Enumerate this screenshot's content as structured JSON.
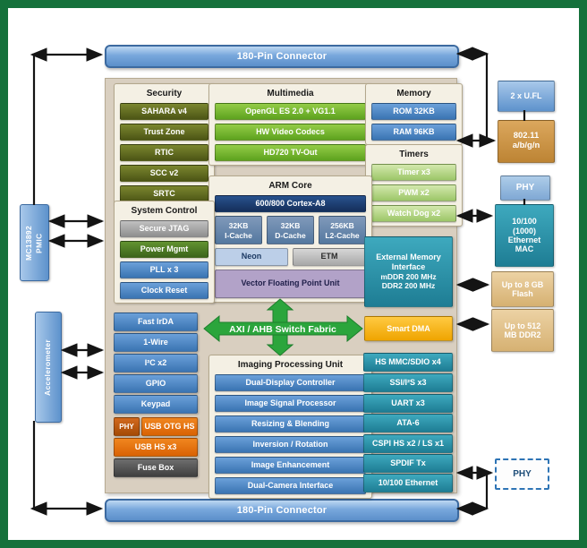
{
  "connector_top": "180-Pin Connector",
  "connector_bottom": "180-Pin Connector",
  "left": {
    "pmic": [
      "MC13892",
      "PMIC"
    ],
    "accelerometer": "Accelerometer"
  },
  "security": {
    "title": "Security",
    "items": [
      "SAHARA v4",
      "Trust Zone",
      "RTIC",
      "SCC v2",
      "SRTC"
    ]
  },
  "multimedia": {
    "title": "Multimedia",
    "items": [
      "OpenGL ES 2.0 + VG1.1",
      "HW Video Codecs",
      "HD720 TV-Out"
    ]
  },
  "memory": {
    "title": "Memory",
    "items": [
      "ROM 32KB",
      "RAM 96KB"
    ]
  },
  "timers": {
    "title": "Timers",
    "items": [
      "Timer x3",
      "PWM x2",
      "Watch Dog x2"
    ]
  },
  "arm": {
    "title": "ARM Core",
    "cpu": "600/800 Cortex-A8",
    "caches": [
      {
        "size": "32KB",
        "name": "I-Cache"
      },
      {
        "size": "32KB",
        "name": "D-Cache"
      },
      {
        "size": "256KB",
        "name": "L2-Cache"
      }
    ],
    "neon": "Neon",
    "etm": "ETM",
    "vfpu": "Vector Floating Point Unit"
  },
  "system_control": {
    "title": "System Control",
    "items": [
      "Secure JTAG",
      "Power Mgmt",
      "PLL x 3",
      "Clock Reset"
    ]
  },
  "emi": {
    "title": "External Memory Interface",
    "line1": "mDDR 200 MHz",
    "line2": "DDR2 200 MHz"
  },
  "fabric": "AXI / AHB Switch Fabric",
  "smart_dma": "Smart DMA",
  "peripherals_left": [
    "Fast IrDA",
    "1-Wire",
    "I²C x2",
    "GPIO",
    "Keypad"
  ],
  "usb": {
    "phy": "PHY",
    "otg": "USB OTG HS",
    "hs": "USB HS x3",
    "fuse": "Fuse Box"
  },
  "ipu": {
    "title": "Imaging Processing Unit",
    "items": [
      "Dual-Display Controller",
      "Image Signal Processor",
      "Resizing & Blending",
      "Inversion / Rotation",
      "Image Enhancement",
      "Dual-Camera Interface"
    ]
  },
  "peripherals_right": [
    "HS MMC/SDIO x4",
    "SSI/I²S x3",
    "UART x3",
    "ATA-6",
    "CSPI HS x2 / LS x1",
    "SPDIF Tx",
    "10/100 Ethernet"
  ],
  "right": {
    "ufl": "2 x U.FL",
    "wifi_line1": "802.11",
    "wifi_line2": "a/b/g/n",
    "phy_top": "PHY",
    "eth_mac": "10/100 (1000) Ethernet MAC",
    "flash": "Up to 8 GB Flash",
    "ddr2": "Up to 512 MB DDR2",
    "phy_bottom": "PHY"
  },
  "colors": {
    "frame_green": "#15713b",
    "panel_beige": "#d9cfc0",
    "fabric_green": "#2ba53c",
    "smart_dma_amber": "#efa400",
    "teal": "#2a93a9",
    "blue": "#4f81bd",
    "orange": "#e36c0a",
    "security_olive": "#5a6420",
    "connector_blue": "#78a7dc"
  }
}
